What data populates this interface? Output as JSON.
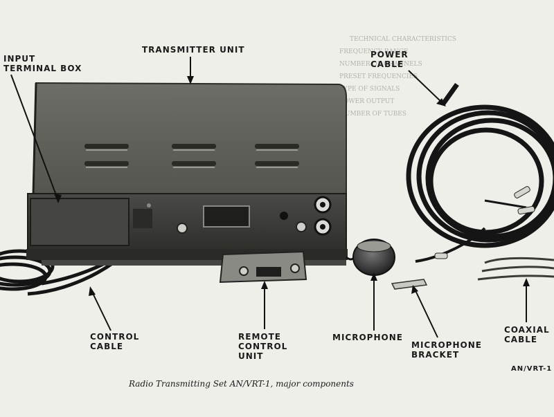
{
  "figure": {
    "labels": {
      "input_terminal_box": "INPUT\nTERMINAL BOX",
      "transmitter_unit": "TRANSMITTER UNIT",
      "power_cable": "POWER\nCABLE",
      "control_cable": "CONTROL\nCABLE",
      "remote_control_unit": "REMOTE\nCONTROL\nUNIT",
      "microphone": "MICROPHONE",
      "microphone_bracket": "MICROPHONE\nBRACKET",
      "coaxial_cable": "COAXIAL\nCABLE"
    },
    "caption": "Radio Transmitting Set AN/VRT-1, major components",
    "figure_code": "AN/VRT-1",
    "bleed_through_text": [
      "TECHNICAL CHARACTERISTICS",
      "FREQUENCY RANGE",
      "NUMBER OF CHANNELS",
      "PRESET FREQUENCIES",
      "TYPE OF SIGNALS",
      "POWER OUTPUT",
      "NUMBER OF TUBES"
    ]
  },
  "colors": {
    "paper": "#efefea",
    "ink": "#1a1a1a",
    "metal_dark": "#3b3b38",
    "metal_mid": "#6a6a66",
    "cable": "#151515"
  }
}
